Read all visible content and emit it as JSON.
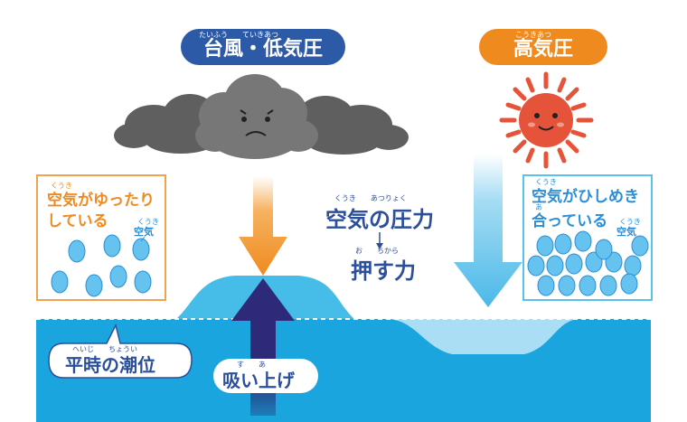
{
  "labels": {
    "typhoon": "台風・低気圧",
    "typhoon_ruby": "たいふう　　ていきあつ",
    "high": "高気圧",
    "high_ruby": "こうきあつ",
    "loose_line1": "空気がゆったり",
    "loose_line2": "している",
    "loose_ruby": "くうき",
    "air": "空気",
    "air_ruby": "くうき",
    "dense_line1": "空気がひしめき",
    "dense_line2": "合っている",
    "dense_ruby1": "くうき",
    "dense_ruby2": "あ",
    "pressure": "空気の圧力",
    "pressure_ruby": "くうき　　あつりょく",
    "push": "押す力",
    "push_ruby": "お　　ちから",
    "tide": "平時の潮位",
    "tide_ruby": "へいじ　　ちょうい",
    "suction": "吸い上げ",
    "suction_ruby": "す　　あ"
  },
  "colors": {
    "typhoon_pill": "#2c5aa7",
    "high_pill": "#ef8a1f",
    "sea": "#1aa5df",
    "sea_bulge": "#45bde8",
    "arrow_up": "#2d2a7a",
    "arrow_down_orange": "#ef8a1f",
    "arrow_down_blue": "#57c2ec",
    "cloud": "#5f5f5f",
    "sun": "#e5533a"
  }
}
